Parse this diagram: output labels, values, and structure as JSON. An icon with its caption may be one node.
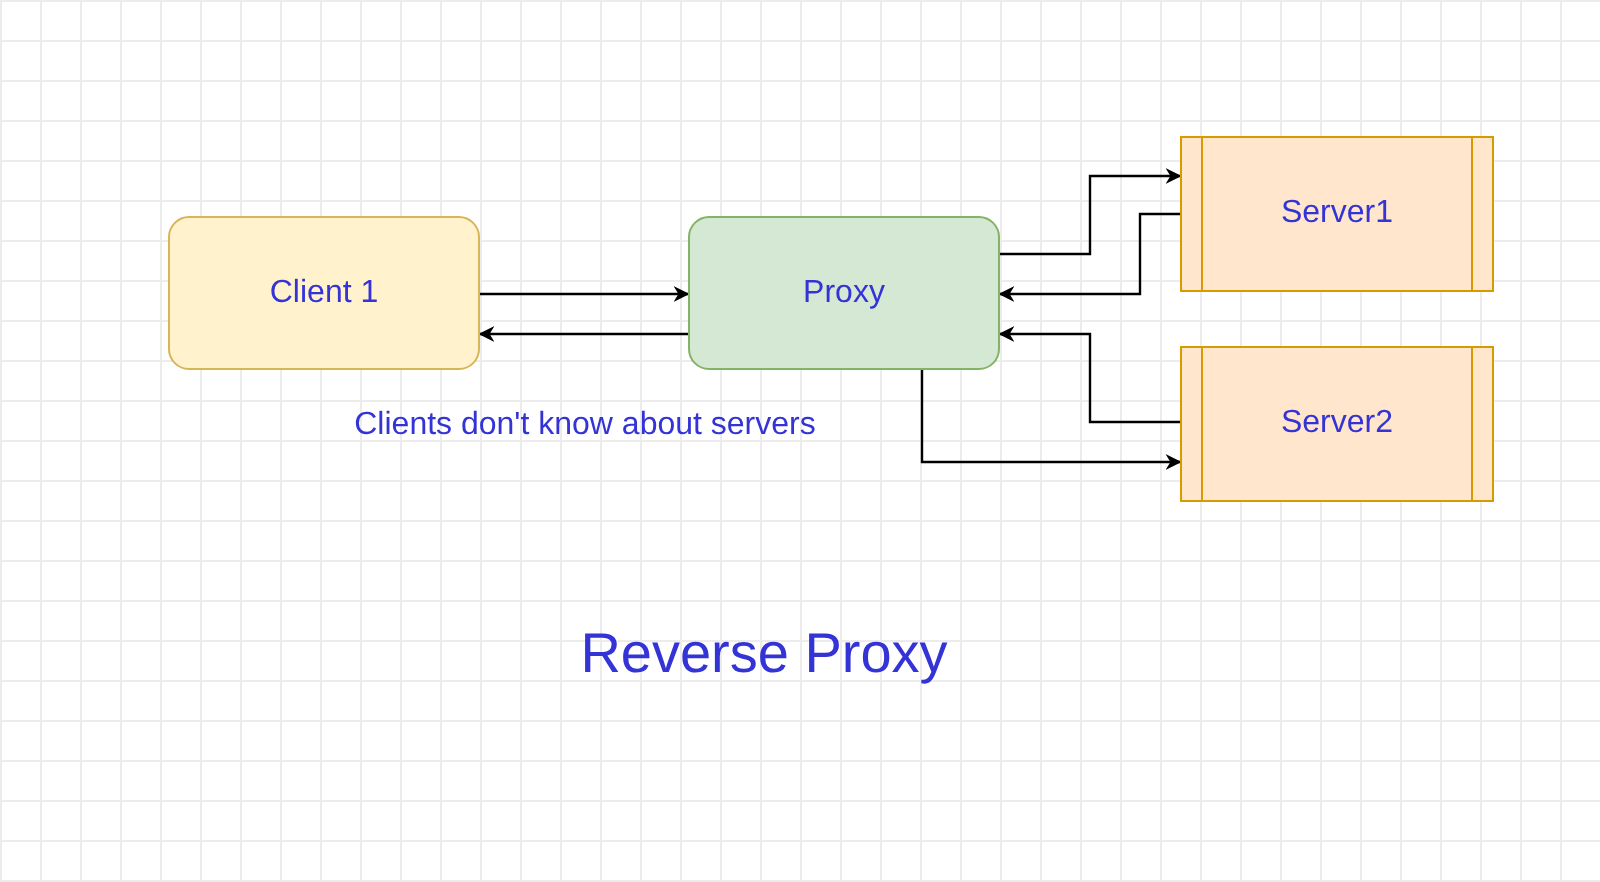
{
  "diagram": {
    "title": "Reverse Proxy",
    "nodes": [
      {
        "text": [
          "Client 1"
        ]
      },
      {
        "text": [
          "Proxy"
        ]
      },
      {
        "text": [
          "Server1"
        ]
      },
      {
        "text": [
          "Server2"
        ]
      }
    ],
    "edges": [
      {
        "from": 0,
        "to": 1,
        "arrow": "to"
      },
      {
        "from": 1,
        "to": 0,
        "arrow": "to"
      },
      {
        "from": 1,
        "to": 2,
        "arrow": "to"
      },
      {
        "from": 2,
        "to": 1,
        "arrow": "to"
      },
      {
        "from": 3,
        "to": 1,
        "arrow": "to"
      },
      {
        "from": 1,
        "to": 3,
        "arrow": "to"
      }
    ],
    "labels": [
      "Clients don't know about servers"
    ]
  }
}
